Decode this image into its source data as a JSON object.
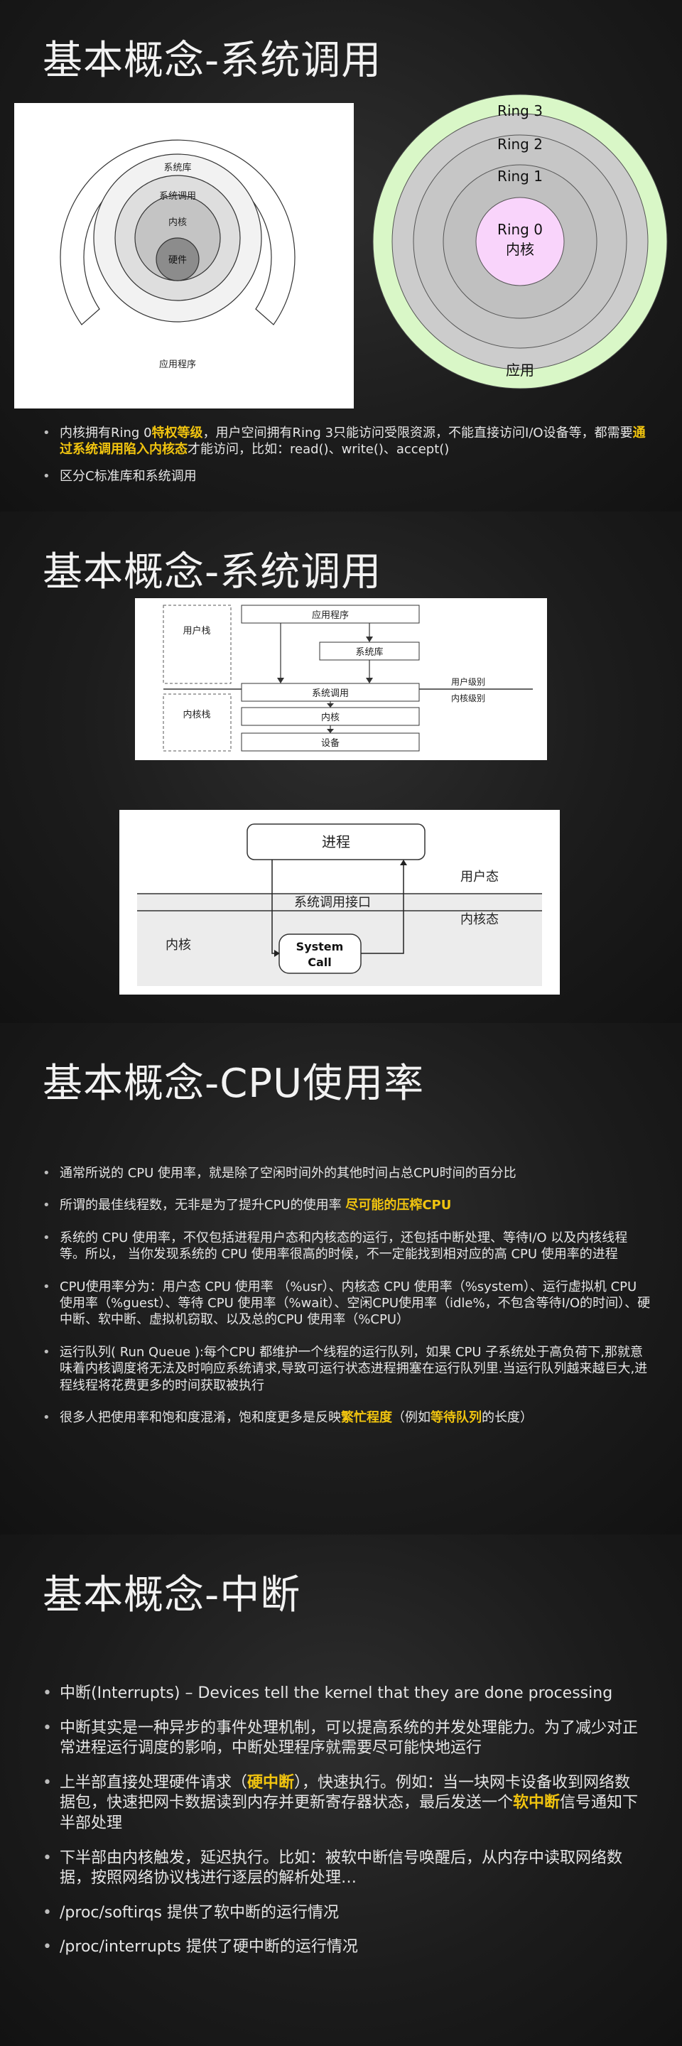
{
  "slide1": {
    "title": "基本概念-系统调用",
    "left_diagram": {
      "labels": [
        "系统库",
        "系统调用",
        "内核",
        "硬件",
        "应用程序"
      ]
    },
    "ring_diagram": {
      "labels": [
        "Ring 3",
        "Ring 2",
        "Ring 1",
        "Ring 0",
        "内核",
        "应用"
      ],
      "colors": {
        "outer": "#d9f7c7",
        "ring": "#cccccc",
        "core": "#f9d4fb"
      }
    },
    "bullets": [
      {
        "segments": [
          {
            "text": "内核拥有Ring 0",
            "hl": false
          },
          {
            "text": "特权等级",
            "hl": true
          },
          {
            "text": "，用户空间拥有Ring 3只能访问受限资源，不能直接访问I/O设备等，都需要",
            "hl": false
          },
          {
            "text": "通过系统调用陷入内核态",
            "hl": true
          },
          {
            "text": "才能访问，比如：read()、write()、accept()",
            "hl": false
          }
        ]
      },
      {
        "segments": [
          {
            "text": "区分C标准库和系统调用",
            "hl": false
          }
        ]
      }
    ]
  },
  "slide2": {
    "title": "基本概念-系统调用",
    "diagram1": {
      "labels": [
        "应用程序",
        "系统库",
        "系统调用",
        "内核",
        "设备",
        "用户栈",
        "内核栈",
        "用户级别",
        "内核级别"
      ]
    },
    "diagram2": {
      "labels": [
        "进程",
        "系统调用接口",
        "System",
        "Call",
        "用户态",
        "内核态",
        "内核"
      ]
    }
  },
  "slide3": {
    "title": "基本概念-CPU使用率",
    "bullets": [
      {
        "segments": [
          {
            "text": "通常所说的 CPU 使用率，就是除了空闲时间外的其他时间占总CPU时间的百分比",
            "hl": false
          }
        ]
      },
      {
        "segments": [
          {
            "text": "所谓的最佳线程数，无非是为了提升CPU的使用率 ",
            "hl": false
          },
          {
            "text": "尽可能的压榨CPU",
            "hl": true
          }
        ]
      },
      {
        "segments": [
          {
            "text": "系统的 CPU 使用率，不仅包括进程用户态和内核态的运行，还包括中断处理、等待I/O 以及内核线程等。所以， 当你发现系统的 CPU 使用率很高的时候，不一定能找到相对应的高 CPU 使用率的进程",
            "hl": false
          }
        ]
      },
      {
        "segments": [
          {
            "text": "CPU使用率分为：用户态 CPU 使用率 （%usr）、内核态 CPU 使用率（%system）、运行虚拟机 CPU 使用率（%guest）、等待 CPU 使用率（%wait）、空闲CPU使用率（idle%，不包含等待I/O的时间）、硬中断、软中断、虚拟机窃取、以及总的CPU 使用率（%CPU）",
            "hl": false
          }
        ]
      },
      {
        "segments": [
          {
            "text": "运行队列( Run Queue ):每个CPU 都维护一个线程的运行队列，如果 CPU 子系统处于高负荷下,那就意味着内核调度将无法及时响应系统请求,导致可运行状态进程拥塞在运行队列里.当运行队列越来越巨大,进程线程将花费更多的时间获取被执行",
            "hl": false
          }
        ]
      },
      {
        "segments": [
          {
            "text": "很多人把使用率和饱和度混淆，饱和度更多是反映",
            "hl": false
          },
          {
            "text": "繁忙程度",
            "hl": true
          },
          {
            "text": "（例如",
            "hl": false
          },
          {
            "text": "等待队列",
            "hl": true
          },
          {
            "text": "的长度）",
            "hl": false
          }
        ]
      }
    ]
  },
  "slide4": {
    "title": "基本概念-中断",
    "bullets": [
      {
        "segments": [
          {
            "text": "中断(Interrupts) – Devices tell the kernel that they are done processing",
            "hl": false
          }
        ]
      },
      {
        "segments": [
          {
            "text": "中断其实是一种异步的事件处理机制，可以提高系统的并发处理能力。为了减少对正常进程运行调度的影响，中断处理程序就需要尽可能快地运行",
            "hl": false
          }
        ]
      },
      {
        "segments": [
          {
            "text": "上半部直接处理硬件请求（",
            "hl": false
          },
          {
            "text": "硬中断",
            "hl": true
          },
          {
            "text": "），快速执行。例如：当一块网卡设备收到网络数据包，快速把网卡数据读到内存并更新寄存器状态，最后发送一个",
            "hl": false
          },
          {
            "text": "软中断",
            "hl": true
          },
          {
            "text": "信号通知下半部处理",
            "hl": false
          }
        ]
      },
      {
        "segments": [
          {
            "text": "下半部由内核触发，延迟执行。比如：被软中断信号唤醒后，从内存中读取网络数据，按照网络协议栈进行逐层的解析处理…",
            "hl": false
          }
        ]
      },
      {
        "segments": [
          {
            "text": "/proc/softirqs 提供了软中断的运行情况",
            "hl": false
          }
        ]
      },
      {
        "segments": [
          {
            "text": "/proc/interrupts 提供了硬中断的运行情况",
            "hl": false
          }
        ]
      }
    ]
  }
}
